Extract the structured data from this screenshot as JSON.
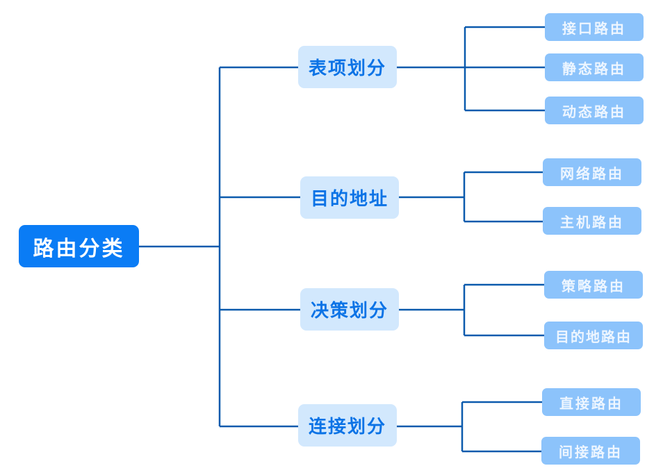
{
  "diagram": {
    "root": {
      "label": "路由分类"
    },
    "categories": [
      {
        "label": "表项划分",
        "children": [
          "接口路由",
          "静态路由",
          "动态路由"
        ]
      },
      {
        "label": "目的地址",
        "children": [
          "网络路由",
          "主机路由"
        ]
      },
      {
        "label": "决策划分",
        "children": [
          "策略路由",
          "目的地路由"
        ]
      },
      {
        "label": "连接划分",
        "children": [
          "直接路由",
          "间接路由"
        ]
      }
    ]
  },
  "colors": {
    "root_fill": "#0a7cf5",
    "category_fill": "#d2e8fd",
    "category_text": "#0b73e6",
    "leaf_fill": "#8cc3fb",
    "leaf_text": "#eef6ff",
    "connector": "#0b5aad"
  }
}
